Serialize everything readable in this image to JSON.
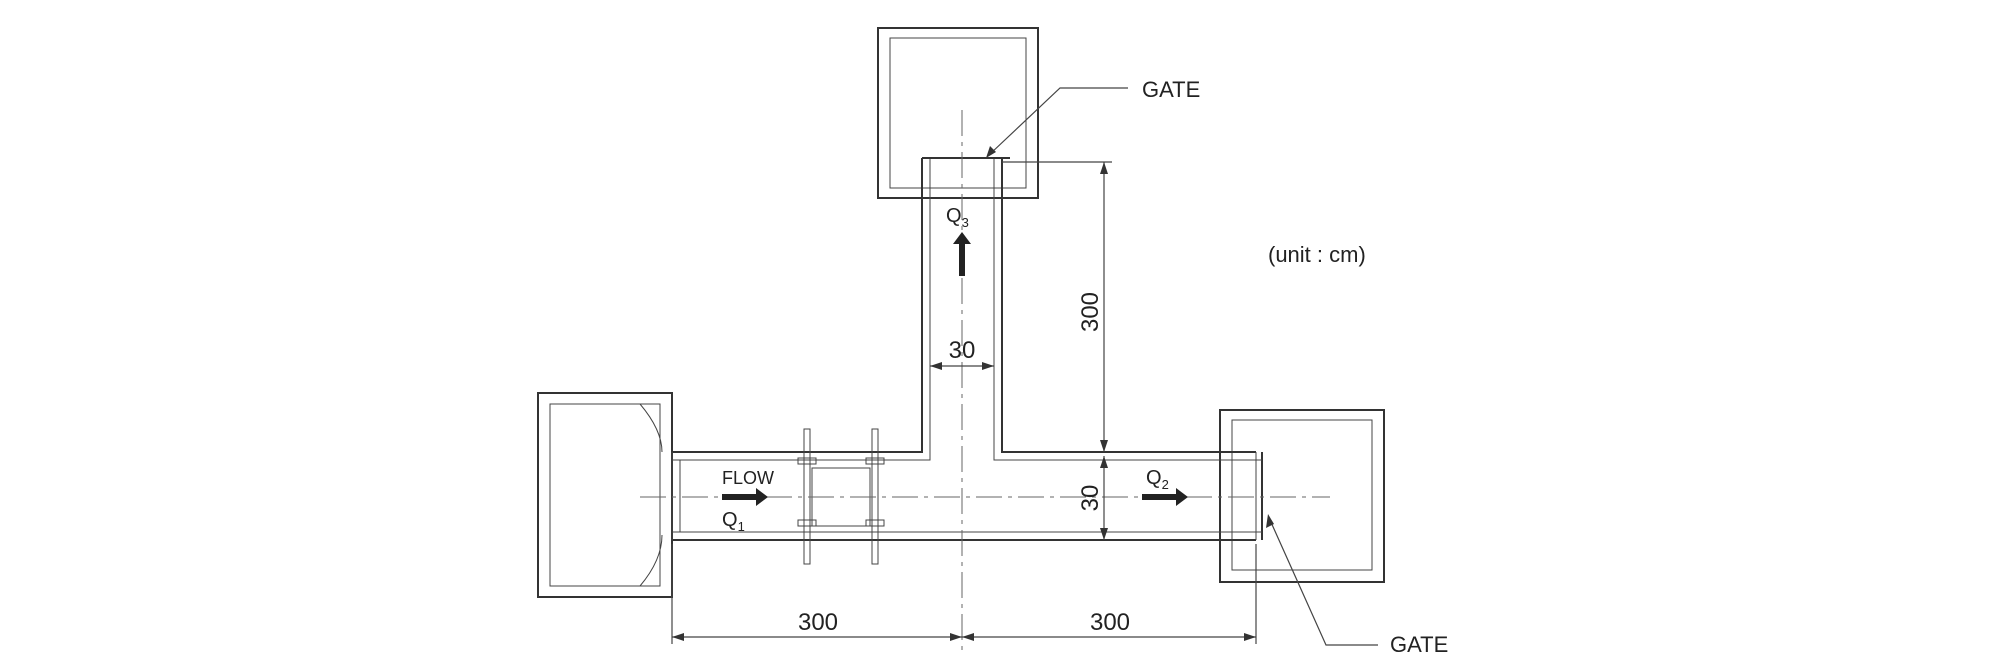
{
  "labels": {
    "gate_top": "GATE",
    "gate_bottom": "GATE",
    "unit": "(unit : cm)",
    "flow": "FLOW",
    "q1": "Q",
    "q1_sub": "1",
    "q2": "Q",
    "q2_sub": "2",
    "q3": "Q",
    "q3_sub": "3"
  },
  "dimensions": {
    "branch_length": "300",
    "branch_width": "30",
    "main_width": "30",
    "left_length": "300",
    "right_length": "300"
  }
}
